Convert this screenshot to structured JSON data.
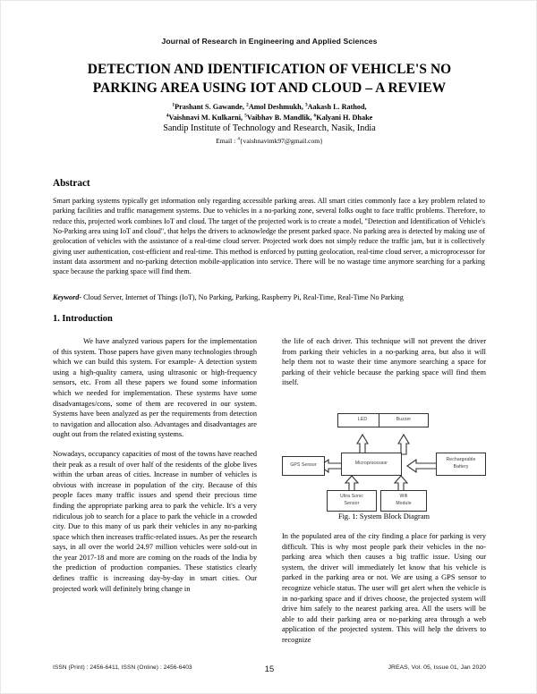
{
  "journal": {
    "header": "Journal of Research in Engineering and Applied Sciences"
  },
  "title": "DETECTION AND IDENTIFICATION OF VEHICLE'S NO PARKING AREA  USING IOT AND CLOUD – A REVIEW",
  "authors": {
    "line1_parts": [
      {
        "sup": "1",
        "name": "Prashant S. Gawande, "
      },
      {
        "sup": "2",
        "name": "Amol Deshmukh, "
      },
      {
        "sup": "3",
        "name": "Aakash L. Rathod,"
      }
    ],
    "line2_parts": [
      {
        "sup": "4",
        "name": "Vaishnavi M. Kulkarni, "
      },
      {
        "sup": "5",
        "name": "Vaibhav B. Mandlik, "
      },
      {
        "sup": "6",
        "name": "Kalyani H. Dhake"
      }
    ],
    "affiliation": "Sandip Institute of Technology and Research, Nasik, India",
    "email_label": "Email : ",
    "email_sup": "4",
    "email_value": "{vaishnavimk97@gmail.com}"
  },
  "abstract": {
    "heading": "Abstract",
    "body": "Smart parking systems typically get information only regarding accessible parking areas. All smart cities commonly face a key problem related to parking facilities and traffic management systems. Due to vehicles in a no-parking zone, several folks ought to face traffic problems. Therefore, to reduce this, projected work combines IoT and cloud. The target of the projected work is to create a model, \"Detection and Identification of Vehicle's No-Parking area using IoT and cloud\", that helps the drivers to acknowledge the present parked space. No parking area is detected by making use of geolocation of vehicles with the assistance of a real-time cloud server. Projected work does not simply reduce the traffic jam, but it is collectively giving user authentication, cost-efficient and real-time. This method is enforced by putting geolocation, real-time cloud server, a microprocessor for instant data assortment and no-parking detection mobile-application into service. There will be no wastage time anymore searching for a parking space because the parking space will find them.",
    "keyword_label": "Keyword-",
    "keyword_value": " Cloud Server, Internet of Things (IoT), No Parking, Parking, Raspberry Pi, Real-Time, Real-Time No Parking"
  },
  "sections": {
    "introduction_heading": "1. Introduction"
  },
  "left_column": {
    "paragraphs": [
      "We have analyzed various papers for the implementation of this system. Those papers have given many technologies through which we can build this system. For example- A detection system using a high-quality camera, using ultrasonic or high-frequency sensors, etc. From all these papers we found some information which we needed for implementation. These systems have some disadvantages/cons, some of them are recovered in our system. Systems have been analyzed as per the requirements from detection to navigation and allocation also. Advantages and disadvantages are ought out from the related existing systems.",
      "Nowadays, occupancy capacities of most of the towns have reached their peak as a result of over half of the residents of the globe lives within the urban areas of cities. Increase in number of vehicles is obvious with increase in population of the city. Because of this people faces many traffic issues and spend their precious time finding the appropriate parking area to park the vehicle. It's a very ridiculous job to search for a place to park the vehicle in a crowded city. Due to this many of us park their vehicles in any no-parking space which then increases traffic-related issues. As per the research says, in all over the world 24.97 million vehicles were sold-out in the year 2017-18 and more are coming on the roads of the India by the prediction of production companies. These statistics clearly defines traffic is increasing day-by-day in smart cities. Our projected work will definitely bring change in"
    ]
  },
  "right_column": {
    "paragraph_top": "the life of each driver. This technique will not prevent the driver from parking their vehicles in a no-parking area, but also it will help them not to waste their time anymore searching a space for parking of their vehicle because the parking space will find them itself.",
    "paragraph_bottom": "In the populated area of the city finding a place for parking is very difficult. This is why most people park their vehicles in the no-parking area which then causes a big traffic issue. Using our system, the driver will immediately let know that his vehicle is parked in the parking area or not. We are using a GPS sensor to recognize vehicle status. The user will get alert when the vehicle is in no-parking space and if drives choose, the projected system will drive him safely to the nearest parking area. All the users will be able to add their parking area or no-parking area through a web application of the projected system. This will help the drivers to recognize"
  },
  "figure": {
    "caption": "Fig. 1: System Block Diagram",
    "boxes": {
      "led": "LED",
      "buzzer": "Buzzer",
      "gps": "GPS Sensor",
      "microprocessor": "Microprocessor",
      "battery": "Rechargeable\nBattery",
      "battery_line1": "Rechargeable",
      "battery_line2": "Battery",
      "ultrasonic_line1": "Ultra Sonic",
      "ultrasonic_line2": "Sensor",
      "wifi_line1": "Wifi",
      "wifi_line2": "Module"
    }
  },
  "footer": {
    "issn": "ISSN (Print) : 2456-6411,  ISSN  (Online) : 2456-6403",
    "page_number": "15",
    "journal_ref": "JREAS, Vol. 05, Issue 01,  Jan 2020"
  },
  "colors": {
    "text": "#000000",
    "box_border": "#333333",
    "page_border": "#e8e8e8"
  }
}
